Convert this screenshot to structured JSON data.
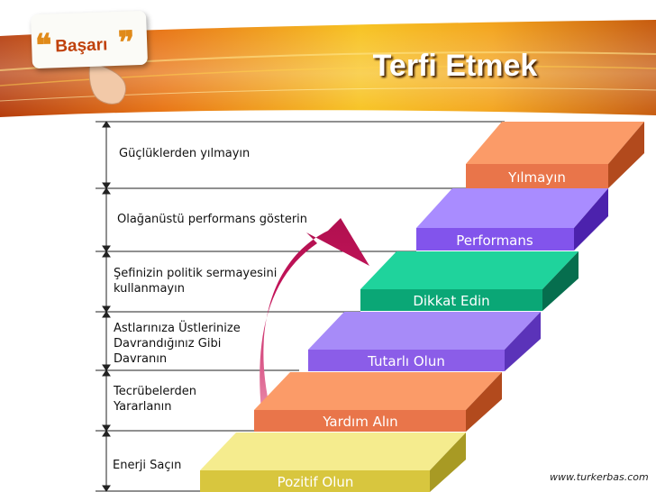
{
  "slide": {
    "title": "Terfi Etmek",
    "badge": {
      "text": "Başarı",
      "open_quote": "❝",
      "close_quote": "❞"
    },
    "footer_url": "www.turkerbas.com"
  },
  "steps": [
    {
      "label": "Pozitif Olun",
      "note": "Enerji Saçın",
      "color": "#eedd5e"
    },
    {
      "label": "Yardım Alın",
      "note": "Tecrübelerden Yararlanın",
      "color": "#f6915f"
    },
    {
      "label": "Tutarlı Olun",
      "note": "Astlarınıza Üstlerinize Davrandığınız Gibi Davranın",
      "color": "#9f7cf0"
    },
    {
      "label": "Dikkat Edin",
      "note": "Şefinizin politik sermayesini kullanmayın",
      "color": "#10c48f"
    },
    {
      "label": "Performans",
      "note": "Olağanüstü performans gösterin",
      "color": "#9d7cf5"
    },
    {
      "label": "Yılmayın",
      "note": "Güçlüklerden yılmayın",
      "color": "#f6915f"
    }
  ],
  "note_lines": [
    [
      "Enerji Saçın"
    ],
    [
      "Tecrübelerden",
      "Yararlanın"
    ],
    [
      "Astlarınıza Üstlerinize",
      "Davrandığınız Gibi",
      "Davranın"
    ],
    [
      "Şefinizin politik sermayesini",
      "kullanmayın"
    ],
    [
      "Olağanüstü performans gösterin"
    ],
    [
      "Güçlüklerden yılmayın"
    ]
  ],
  "colors": {
    "header_orange": "#e8720f",
    "arrow": "#c4145a",
    "step_yellow": "#eedd5e",
    "step_orange": "#f6915f",
    "step_purple": "#9f7cf0",
    "step_green": "#10c48f"
  }
}
